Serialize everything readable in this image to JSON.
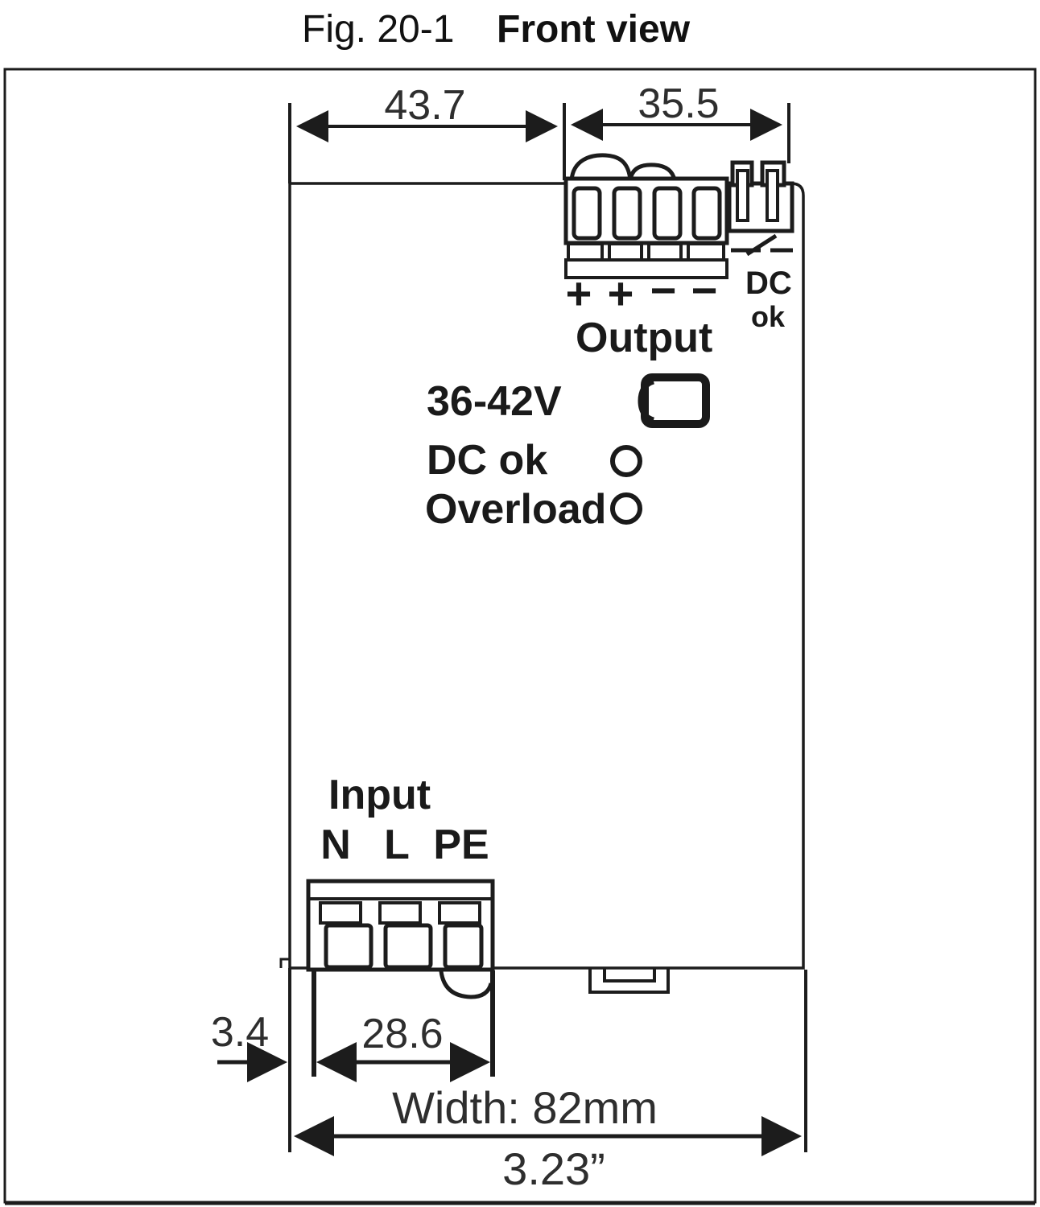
{
  "figure": {
    "caption": {
      "prefix": "Fig. 20-1",
      "title": "Front view"
    },
    "dims": {
      "top_left_mm": "43.7",
      "top_right_mm": "35.5",
      "offset_mm": "3.4",
      "input_block_mm": "28.6",
      "width_label": "Width: 82mm",
      "width_inches": "3.23”"
    },
    "output_block": {
      "plus1": "+",
      "plus2": "+",
      "minus1": "−",
      "minus2": "−",
      "label": "Output",
      "relay": {
        "line1": "DC",
        "line2": "ok"
      }
    },
    "panel": {
      "voltage_range": "36-42V",
      "dc_ok_label": "DC ok",
      "overload_label": "Overload"
    },
    "input_block": {
      "label": "Input",
      "n": "N",
      "l": "L",
      "pe": "PE"
    },
    "colors": {
      "ink": "#1c1c1c",
      "dim_ink": "#2e2e2e",
      "background": "#ffffff"
    }
  }
}
